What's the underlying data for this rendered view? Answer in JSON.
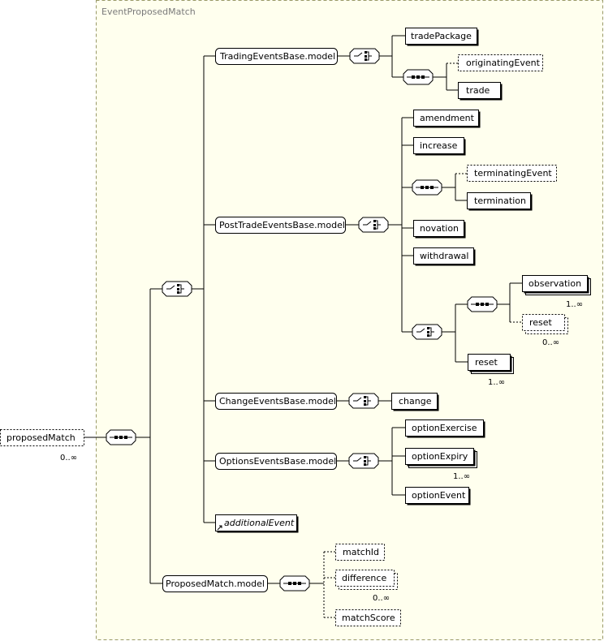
{
  "diagram": {
    "group_title": "EventProposedMatch",
    "root": {
      "label": "proposedMatch",
      "occurs": "0..∞"
    },
    "trading": {
      "group": "TradingEventsBase.model",
      "trade_package": "tradePackage",
      "originating_event": "originatingEvent",
      "trade": "trade"
    },
    "post_trade": {
      "group": "PostTradeEventsBase.model",
      "amendment": "amendment",
      "increase": "increase",
      "terminating_event": "terminatingEvent",
      "termination": "termination",
      "novation": "novation",
      "withdrawal": "withdrawal",
      "observation": {
        "label": "observation",
        "occurs": "1..∞"
      },
      "reset_optional": {
        "label": "reset",
        "occurs": "0..∞"
      },
      "reset": {
        "label": "reset",
        "occurs": "1..∞"
      }
    },
    "change": {
      "group": "ChangeEventsBase.model",
      "change": "change"
    },
    "options": {
      "group": "OptionsEventsBase.model",
      "option_exercise": "optionExercise",
      "option_expiry": {
        "label": "optionExpiry",
        "occurs": "1..∞"
      },
      "option_event": "optionEvent"
    },
    "additional_event": "additionalEvent",
    "proposed_match": {
      "group": "ProposedMatch.model",
      "match_id": "matchId",
      "difference": {
        "label": "difference",
        "occurs": "0..∞"
      },
      "match_score": "matchScore"
    },
    "colors": {
      "group_fill": "#ffffee",
      "group_border": "#999966",
      "title": "#7a7a7a"
    }
  }
}
